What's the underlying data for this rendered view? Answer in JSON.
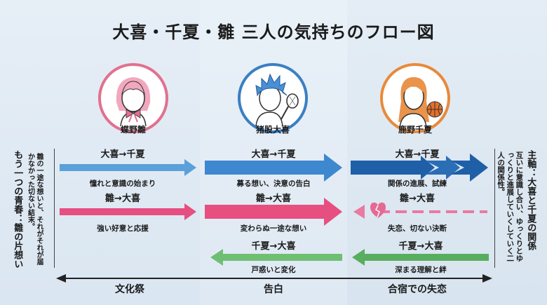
{
  "title": "大喜・千夏・雛 三人の気持ちのフロー図",
  "characters": [
    {
      "name": "蝶野雛",
      "color": "#e2708f"
    },
    {
      "name": "猪股大喜",
      "color": "#3a7fc4"
    },
    {
      "name": "鹿野千夏",
      "color": "#e88a3a"
    }
  ],
  "left_note": {
    "title": "もう一つの青春：雛の片想い",
    "body": "雛の一途な想いと、それがそれが届かなかった切ない結末。"
  },
  "right_note": {
    "title": "主軸：大喜と千夏の関係",
    "body": "互いに意識し合い、ゆっくりとゆっくりと進展していくしていく二人の関係性。"
  },
  "rows": {
    "daiki_to_chinatsu": {
      "label": "大喜→千夏",
      "notes": [
        "憧れと意識の始まり",
        "募る想い、決意の告白",
        "関係の進展、試練"
      ],
      "color": "#3a86c8"
    },
    "hina_to_daiki": {
      "label": "雛→大喜",
      "notes": [
        "強い好意と応援",
        "変わらぬ一途な想い",
        "失恋、切ない決断"
      ],
      "color": "#e4527c"
    },
    "chinatsu_to_daiki": {
      "label": "千夏→大喜",
      "notes": [
        "戸惑いと変化",
        "深まる理解と絆"
      ],
      "color": "#6fbf73"
    }
  },
  "stages": [
    "文化祭",
    "告白",
    "合宿での失恋"
  ],
  "icons": [
    "broken-heart-icon",
    "badminton-racket-icon",
    "basketball-icon",
    "hair-bow-icon"
  ]
}
